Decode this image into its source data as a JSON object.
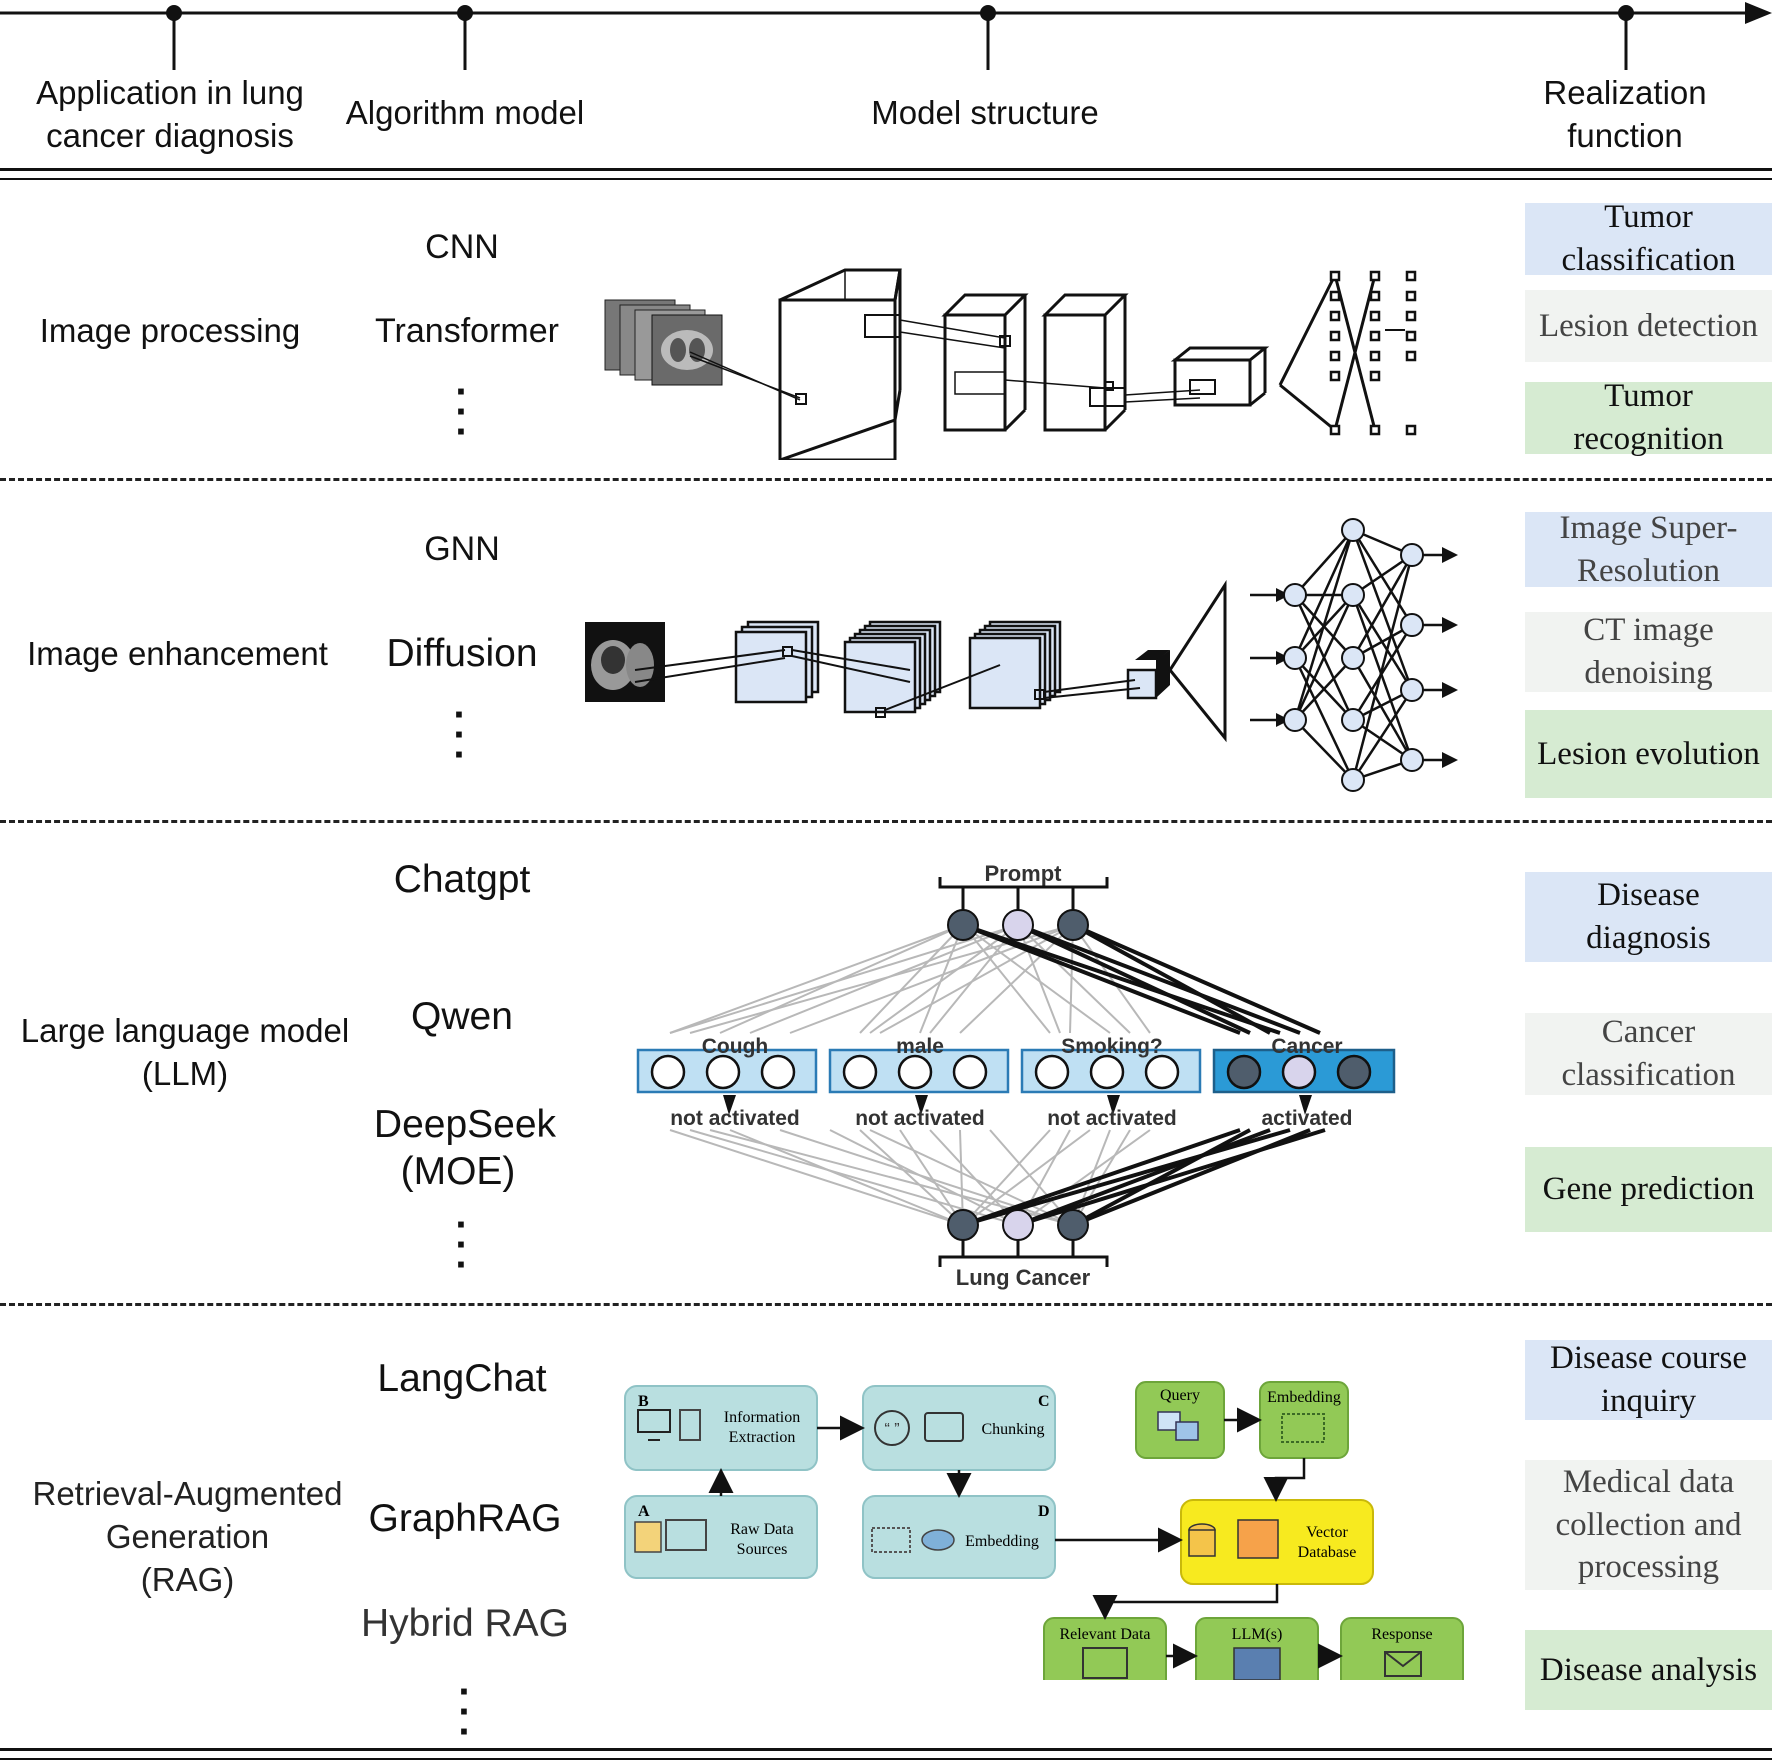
{
  "header": {
    "col_application": "Application in lung cancer diagnosis",
    "col_application_l1": "Application in lung",
    "col_application_l2": "cancer diagnosis",
    "col_algorithm": "Algorithm model",
    "col_structure": "Model structure",
    "col_function_l1": "Realization",
    "col_function_l2": "function"
  },
  "rows": [
    {
      "application": "Image processing",
      "models": [
        "CNN",
        "Transformer"
      ],
      "functions": [
        {
          "l1": "Tumor",
          "l2": "classification",
          "color": "#dbe6f6"
        },
        {
          "l1": "Lesion detection",
          "l2": "",
          "color": "#f1f3f1"
        },
        {
          "l1": "Tumor",
          "l2": "recognition",
          "color": "#d6ebd2"
        }
      ]
    },
    {
      "application": "Image enhancement",
      "models": [
        "GNN",
        "Diffusion"
      ],
      "functions": [
        {
          "l1": "Image Super-",
          "l2": "Resolution",
          "color": "#dbe6f6"
        },
        {
          "l1": "CT image",
          "l2": "denoising",
          "color": "#f1f3f1"
        },
        {
          "l1": "Lesion evolution",
          "l2": "",
          "color": "#d6ebd2"
        }
      ]
    },
    {
      "application_l1": "Large language model",
      "application_l2": "(LLM)",
      "models": [
        "Chatgpt",
        "Qwen",
        "DeepSeek",
        "(MOE)"
      ],
      "functions": [
        {
          "l1": "Disease",
          "l2": "diagnosis",
          "color": "#dbe6f6"
        },
        {
          "l1": "Cancer",
          "l2": "classification",
          "color": "#f1f3f1"
        },
        {
          "l1": "Gene prediction",
          "l2": "",
          "color": "#d6ebd2"
        }
      ],
      "diagram": {
        "top_label": "Prompt",
        "bottom_label": "Lung Cancer",
        "experts": [
          "Cough",
          "male",
          "Smoking?",
          "Cancer"
        ],
        "states": [
          "not activated",
          "not activated",
          "not activated",
          "activated"
        ]
      }
    },
    {
      "application_l1": "Retrieval-Augmented",
      "application_l2": "Generation",
      "application_l3": "(RAG)",
      "models": [
        "LangChat",
        "GraphRAG",
        "Hybrid RAG"
      ],
      "functions": [
        {
          "l1": "Disease course",
          "l2": "inquiry",
          "color": "#dbe6f6"
        },
        {
          "l1": "Medical data",
          "l2": "collection and",
          "l3": "processing",
          "color": "#f1f3f1"
        },
        {
          "l1": "Disease analysis",
          "l2": "",
          "color": "#d6ebd2"
        }
      ],
      "diagram": {
        "b_letter": "B",
        "b_l1": "Information",
        "b_l2": "Extraction",
        "c_letter": "C",
        "c_label": "Chunking",
        "a_letter": "A",
        "a_l1": "Raw Data",
        "a_l2": "Sources",
        "d_letter": "D",
        "d_label": "Embedding",
        "query": "Query",
        "embedding2": "Embedding",
        "vector_l1": "Vector",
        "vector_l2": "Database",
        "relevant": "Relevant Data",
        "llm": "LLM(s)",
        "response": "Response"
      }
    }
  ],
  "colors": {
    "blue_box": "#dbe6f6",
    "gray_box": "#f1f3f1",
    "green_box": "#d6ebd2",
    "rag_teal": "#b9dfe0",
    "rag_green": "#92c956",
    "rag_yellow": "#f7ea1f",
    "expert_blue": "#bfe0f3",
    "expert_active": "#2b9ad6"
  }
}
